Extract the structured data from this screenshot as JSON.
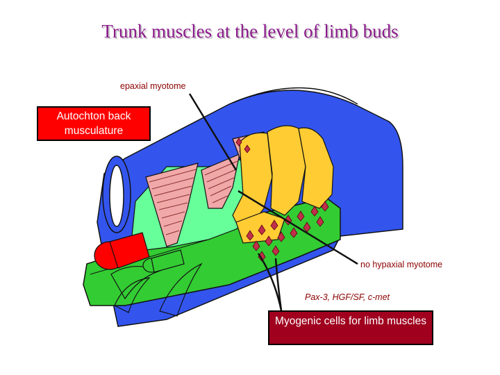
{
  "title": "Trunk muscles at the level of limb buds",
  "labels": {
    "epaxial": "epaxial myotome",
    "hypaxial": "no hypaxial myotome",
    "markers": "Pax-3, HGF/SF, c-met"
  },
  "boxes": {
    "back_musculature": "Autochton back musculature",
    "myogenic_cells": "Myogenic cells for limb muscles"
  },
  "colors": {
    "title": "#8b1a8b",
    "ectoderm": "#3355ee",
    "mesenchyme": "#66ff99",
    "myotome": "#f0a8a8",
    "dermomyotome": "#ffcc33",
    "lateral_plate": "#33cc33",
    "notochord": "#ff0000",
    "migrating_cells": "#c0304a",
    "back_box": "#ff0000",
    "myogenic_box": "#a0001e"
  }
}
